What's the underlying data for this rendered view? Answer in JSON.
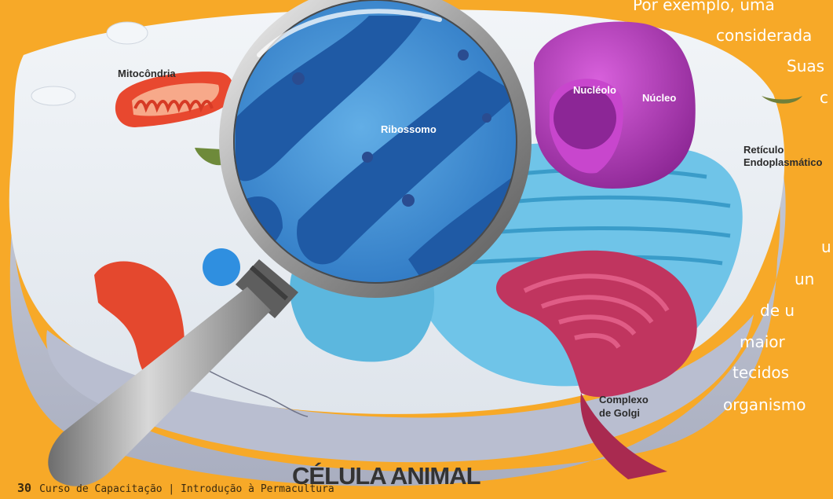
{
  "labels": {
    "mitocondria": "Mitocôndria",
    "ribossomo": "Ribossomo",
    "nucleolo": "Nucléolo",
    "nucleo": "Núcleo",
    "reticulo_1": "Retículo",
    "reticulo_2": "Endoplasmático",
    "golgi_1": "Complexo",
    "golgi_2": "de Golgi"
  },
  "title": "CÉLULA ANIMAL",
  "side_text": [
    "Por exemplo, uma",
    "considerada",
    "Suas",
    "c",
    "u",
    "un",
    "de u",
    "maior",
    "tecidos",
    "organismo"
  ],
  "footer": {
    "page_number": "30",
    "text": "Curso de Capacitação | Introdução à Permacultura"
  },
  "colors": {
    "background": "#f7a928",
    "cytoplasm": "#e9edf2",
    "nucleus": "#b13bb7",
    "er": "#6fc4e8",
    "golgi": "#c0355f",
    "mitochondria": "#e8482f"
  }
}
